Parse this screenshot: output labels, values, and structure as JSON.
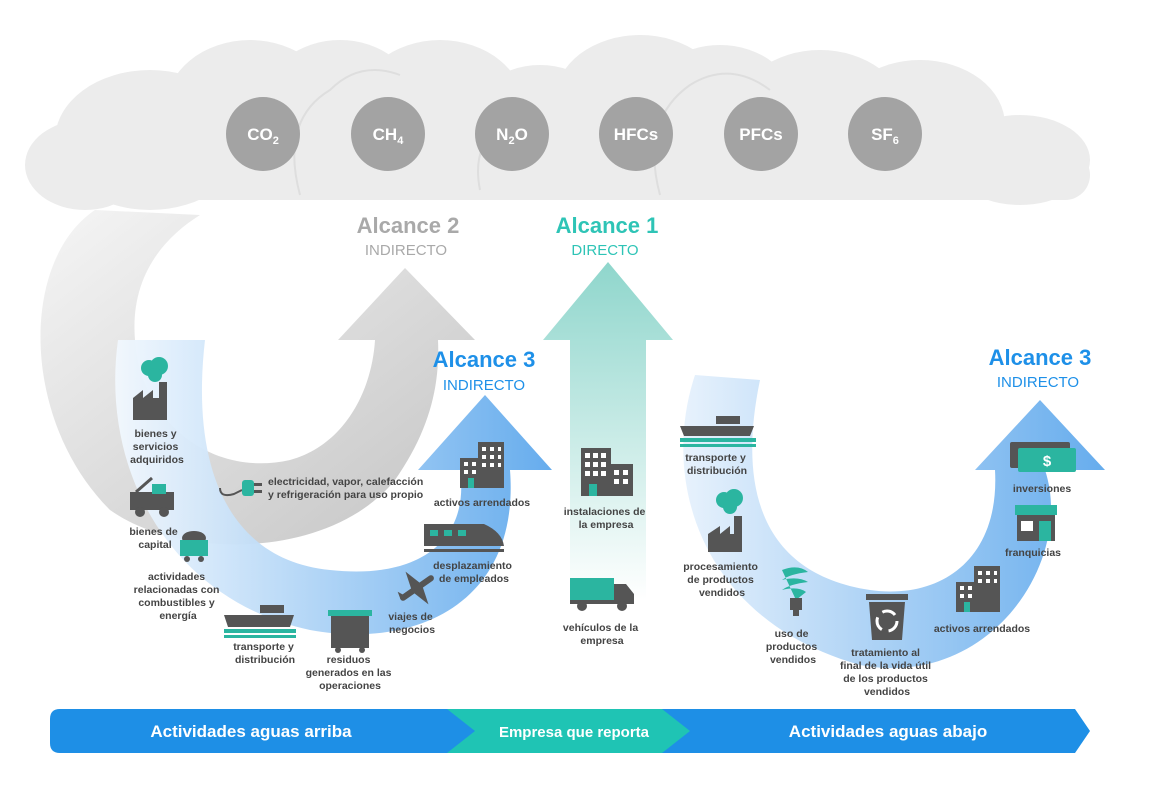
{
  "gases": [
    {
      "main": "CO",
      "sub": "2"
    },
    {
      "main": "CH",
      "sub": "4"
    },
    {
      "main": "N",
      "sub": "2",
      "tail": "O"
    },
    {
      "main": "HFCs",
      "sub": ""
    },
    {
      "main": "PFCs",
      "sub": ""
    },
    {
      "main": "SF",
      "sub": "6"
    }
  ],
  "scopes": {
    "scope2": {
      "title": "Alcance 2",
      "subtitle": "INDIRECTO"
    },
    "scope1": {
      "title": "Alcance 1",
      "subtitle": "DIRECTO"
    },
    "scope3_left": {
      "title": "Alcance 3",
      "subtitle": "INDIRECTO"
    },
    "scope3_right": {
      "title": "Alcance 3",
      "subtitle": "INDIRECTO"
    }
  },
  "upstream_items": {
    "bienes_servicios": [
      "bienes y",
      "servicios",
      "adquiridos"
    ],
    "bienes_capital": [
      "bienes de",
      "capital"
    ],
    "combustibles": [
      "actividades",
      "relacionadas con",
      "combustibles y",
      "energía"
    ],
    "transporte": [
      "transporte y",
      "distribución"
    ],
    "residuos": [
      "residuos",
      "generados en las",
      "operaciones"
    ],
    "viajes": [
      "viajes de",
      "negocios"
    ],
    "desplazamiento": [
      "desplazamiento",
      "de empleados"
    ],
    "activos": [
      "activos arrendados"
    ],
    "electricidad": [
      "electricidad, vapor, calefacción",
      "y refrigeración para uso propio"
    ]
  },
  "company_items": {
    "instalaciones": [
      "instalaciones de",
      "la empresa"
    ],
    "vehiculos": [
      "vehículos de la",
      "empresa"
    ]
  },
  "downstream_items": {
    "transporte": [
      "transporte y",
      "distribución"
    ],
    "procesamiento": [
      "procesamiento",
      "de productos",
      "vendidos"
    ],
    "uso": [
      "uso de",
      "productos",
      "vendidos"
    ],
    "tratamiento": [
      "tratamiento al",
      "final de la vida útil",
      "de los productos",
      "vendidos"
    ],
    "activos": [
      "activos arrendados"
    ],
    "franquicias": [
      "franquicias"
    ],
    "inversiones": [
      "inversiones"
    ]
  },
  "bottom_bar": {
    "upstream": "Actividades aguas arriba",
    "company": "Empresa que reporta",
    "downstream": "Actividades aguas abajo"
  },
  "colors": {
    "gas_circle": "#a3a3a3",
    "cloud": "#ececec",
    "scope2": "#a9a9a9",
    "scope1": "#2ec4b6",
    "scope3": "#1e90e8",
    "icon": "#555555",
    "icon_accent": "#2bb5a0",
    "bar_blue": "#1e8fe6",
    "bar_teal": "#1fc4b4"
  }
}
